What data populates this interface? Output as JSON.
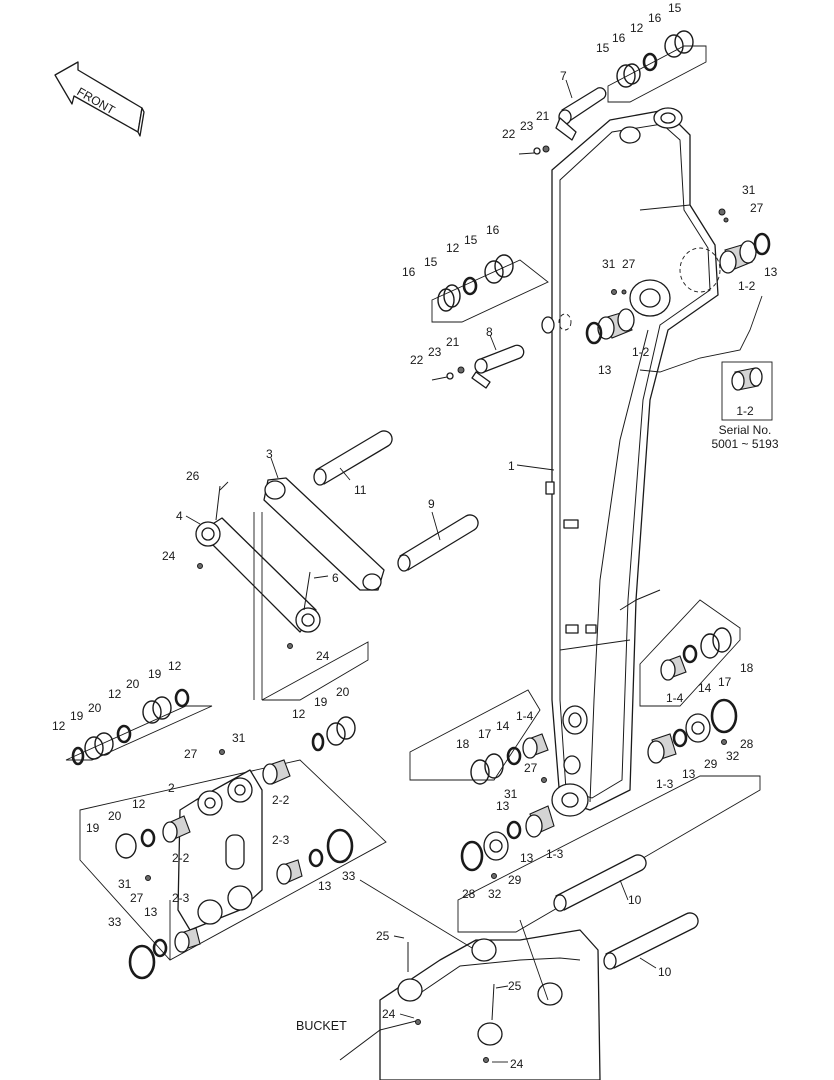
{
  "front_arrow": {
    "label": "FRONT"
  },
  "serial_box": {
    "part_label": "1-2",
    "caption_line1": "Serial No.",
    "caption_line2": "5001 ~ 5193"
  },
  "bucket_label": "BUCKET",
  "callouts": [
    {
      "id": "c15a",
      "text": "15"
    },
    {
      "id": "c16a",
      "text": "16"
    },
    {
      "id": "c12a",
      "text": "12"
    },
    {
      "id": "c16b",
      "text": "16"
    },
    {
      "id": "c15b",
      "text": "15"
    },
    {
      "id": "c7",
      "text": "7"
    },
    {
      "id": "c21a",
      "text": "21"
    },
    {
      "id": "c23a",
      "text": "23"
    },
    {
      "id": "c22a",
      "text": "22"
    },
    {
      "id": "c31a",
      "text": "31"
    },
    {
      "id": "c27a",
      "text": "27"
    },
    {
      "id": "c13a",
      "text": "13"
    },
    {
      "id": "c12b",
      "text": "1-2"
    },
    {
      "id": "c16c",
      "text": "16"
    },
    {
      "id": "c15c",
      "text": "15"
    },
    {
      "id": "c12c",
      "text": "12"
    },
    {
      "id": "c15d",
      "text": "15"
    },
    {
      "id": "c16d",
      "text": "16"
    },
    {
      "id": "c31b",
      "text": "31"
    },
    {
      "id": "c27b",
      "text": "27"
    },
    {
      "id": "c8",
      "text": "8"
    },
    {
      "id": "c21b",
      "text": "21"
    },
    {
      "id": "c23b",
      "text": "23"
    },
    {
      "id": "c22b",
      "text": "22"
    },
    {
      "id": "c13b",
      "text": "13"
    },
    {
      "id": "c12d",
      "text": "1-2"
    },
    {
      "id": "c1",
      "text": "1"
    },
    {
      "id": "c3",
      "text": "3"
    },
    {
      "id": "c11",
      "text": "11"
    },
    {
      "id": "c26",
      "text": "26"
    },
    {
      "id": "c4",
      "text": "4"
    },
    {
      "id": "c9",
      "text": "9"
    },
    {
      "id": "c24a",
      "text": "24"
    },
    {
      "id": "c6",
      "text": "6"
    },
    {
      "id": "c24b",
      "text": "24"
    },
    {
      "id": "c20a",
      "text": "20"
    },
    {
      "id": "c19a",
      "text": "19"
    },
    {
      "id": "c12e",
      "text": "12"
    },
    {
      "id": "c12f",
      "text": "12"
    },
    {
      "id": "c20b",
      "text": "20"
    },
    {
      "id": "c19b",
      "text": "19"
    },
    {
      "id": "c12g",
      "text": "12"
    },
    {
      "id": "c12h",
      "text": "12"
    },
    {
      "id": "c19c",
      "text": "19"
    },
    {
      "id": "c20c",
      "text": "20"
    },
    {
      "id": "c27c",
      "text": "27"
    },
    {
      "id": "c31c",
      "text": "31"
    },
    {
      "id": "c2",
      "text": "2"
    },
    {
      "id": "c22c",
      "text": "2-2"
    },
    {
      "id": "c20d",
      "text": "20"
    },
    {
      "id": "c12i",
      "text": "12"
    },
    {
      "id": "c19d",
      "text": "19"
    },
    {
      "id": "c22d",
      "text": "2-2"
    },
    {
      "id": "c31d",
      "text": "31"
    },
    {
      "id": "c27d",
      "text": "27"
    },
    {
      "id": "c23c",
      "text": "2-3"
    },
    {
      "id": "c13c",
      "text": "13"
    },
    {
      "id": "c33a",
      "text": "33"
    },
    {
      "id": "c23d",
      "text": "2-3"
    },
    {
      "id": "c13d",
      "text": "13"
    },
    {
      "id": "c33b",
      "text": "33"
    },
    {
      "id": "c18a",
      "text": "18"
    },
    {
      "id": "c17a",
      "text": "17"
    },
    {
      "id": "c14a",
      "text": "14"
    },
    {
      "id": "c14b",
      "text": "1-4"
    },
    {
      "id": "c27e",
      "text": "27"
    },
    {
      "id": "c31e",
      "text": "31"
    },
    {
      "id": "c13e",
      "text": "13"
    },
    {
      "id": "c13f",
      "text": "1-3"
    },
    {
      "id": "c28a",
      "text": "28"
    },
    {
      "id": "c32a",
      "text": "32"
    },
    {
      "id": "c29a",
      "text": "29"
    },
    {
      "id": "c13g",
      "text": "13"
    },
    {
      "id": "c14c",
      "text": "1-4"
    },
    {
      "id": "c14d",
      "text": "14"
    },
    {
      "id": "c17b",
      "text": "17"
    },
    {
      "id": "c18b",
      "text": "18"
    },
    {
      "id": "c13h",
      "text": "1-3"
    },
    {
      "id": "c13i",
      "text": "13"
    },
    {
      "id": "c29b",
      "text": "29"
    },
    {
      "id": "c32b",
      "text": "32"
    },
    {
      "id": "c28b",
      "text": "28"
    },
    {
      "id": "c10a",
      "text": "10"
    },
    {
      "id": "c10b",
      "text": "10"
    },
    {
      "id": "c25a",
      "text": "25"
    },
    {
      "id": "c25b",
      "text": "25"
    },
    {
      "id": "c24c",
      "text": "24"
    },
    {
      "id": "c24d",
      "text": "24"
    }
  ]
}
